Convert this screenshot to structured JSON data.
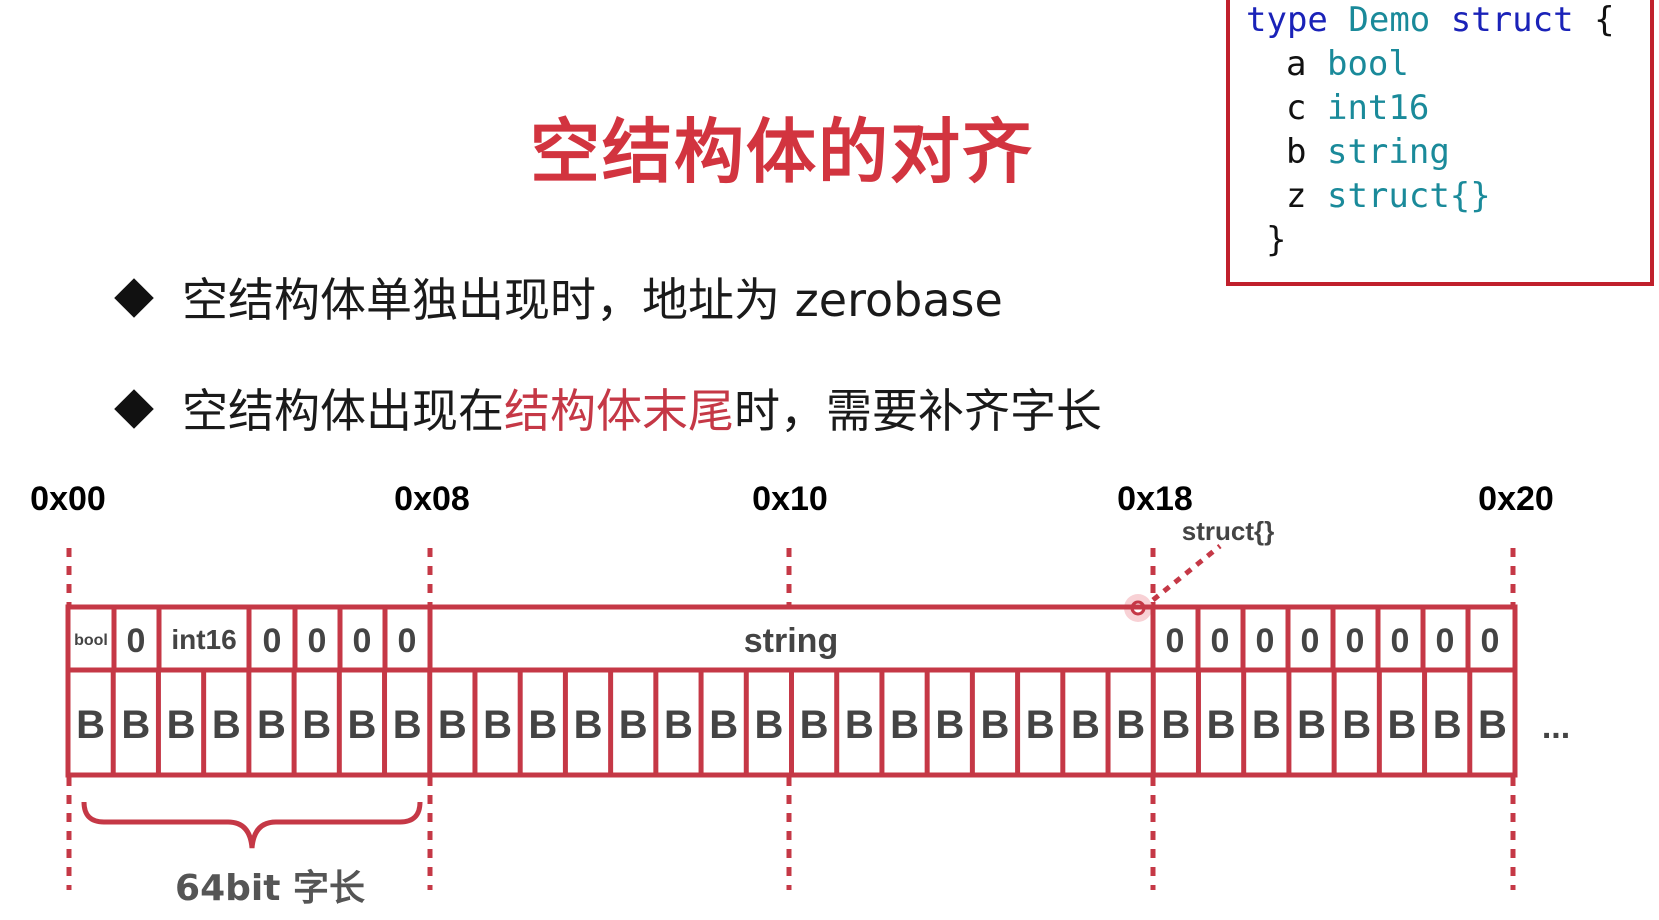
{
  "title": "空结构体的对齐",
  "bullets": [
    {
      "text": "空结构体单独出现时，地址为 zerobase"
    },
    {
      "before": "空结构体出现在",
      "highlight": "结构体末尾",
      "after": "时，需要补齐字长"
    }
  ],
  "code": {
    "line1": {
      "kw1": "type",
      "name": "Demo",
      "kw2": "struct",
      "brace": "{"
    },
    "fields": [
      {
        "name": "a",
        "type": "bool"
      },
      {
        "name": "c",
        "type": "int16"
      },
      {
        "name": "b",
        "type": "string"
      },
      {
        "name": "z",
        "type": "struct{}"
      }
    ],
    "close": "}"
  },
  "addresses": [
    "0x00",
    "0x08",
    "0x10",
    "0x18",
    "0x20"
  ],
  "struct_label": "struct{}",
  "top_row": {
    "bool": "bool",
    "zero": "0",
    "int16": "int16",
    "string": "string"
  },
  "byte_label": "B",
  "ellipsis": "...",
  "brace_label": "64bit 字长",
  "colors": {
    "accent": "#c53846",
    "title": "#d2343f",
    "dash": "#c53846"
  }
}
